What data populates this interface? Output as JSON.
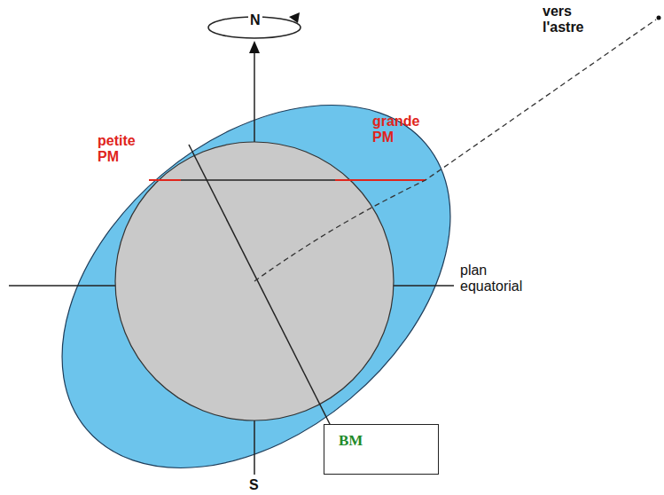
{
  "diagram": {
    "nodes": [
      {
        "text": [
          "BM"
        ]
      }
    ],
    "labels": [
      "vers l'astre",
      "N",
      "grande PM",
      "petite PM",
      "plan equatorial",
      "S"
    ]
  }
}
